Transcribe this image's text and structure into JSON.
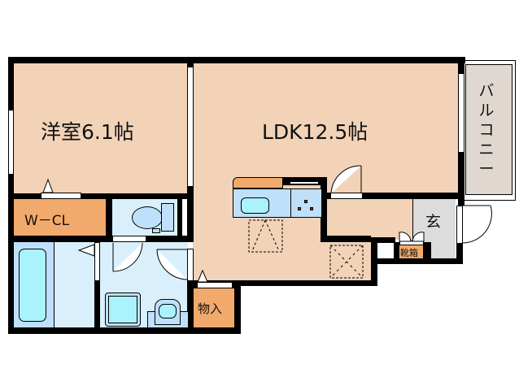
{
  "plan": {
    "rooms": {
      "western_room": {
        "label": "洋室6.1帖",
        "type": "bedroom"
      },
      "ldk": {
        "label": "LDK12.5帖",
        "type": "living-dining-kitchen"
      },
      "balcony": {
        "label": "バルコニー",
        "type": "balcony"
      },
      "walk_in_closet": {
        "label": "W－CL",
        "type": "closet"
      },
      "storage": {
        "label": "物入",
        "type": "storage"
      },
      "entrance": {
        "label": "玄",
        "type": "entrance"
      },
      "shoe_box": {
        "label": "靴箱",
        "type": "shoe-cabinet"
      },
      "toilet": {
        "label": "",
        "type": "toilet"
      },
      "bathroom": {
        "label": "",
        "type": "bath"
      },
      "washroom": {
        "label": "",
        "type": "washroom"
      }
    },
    "colors": {
      "living_floor": "#f2d3b8",
      "closet_floor": "#f2aa6c",
      "wet_area_floor": "#d9f0fc",
      "fixture_blue": "#bfe0fb",
      "fixture_cyan": "#aaf2fc",
      "balcony_floor": "#e0d8d0",
      "entrance_floor": "#dcdcdc",
      "wall": "#000000",
      "stove_burner": "#7a3b10"
    }
  }
}
